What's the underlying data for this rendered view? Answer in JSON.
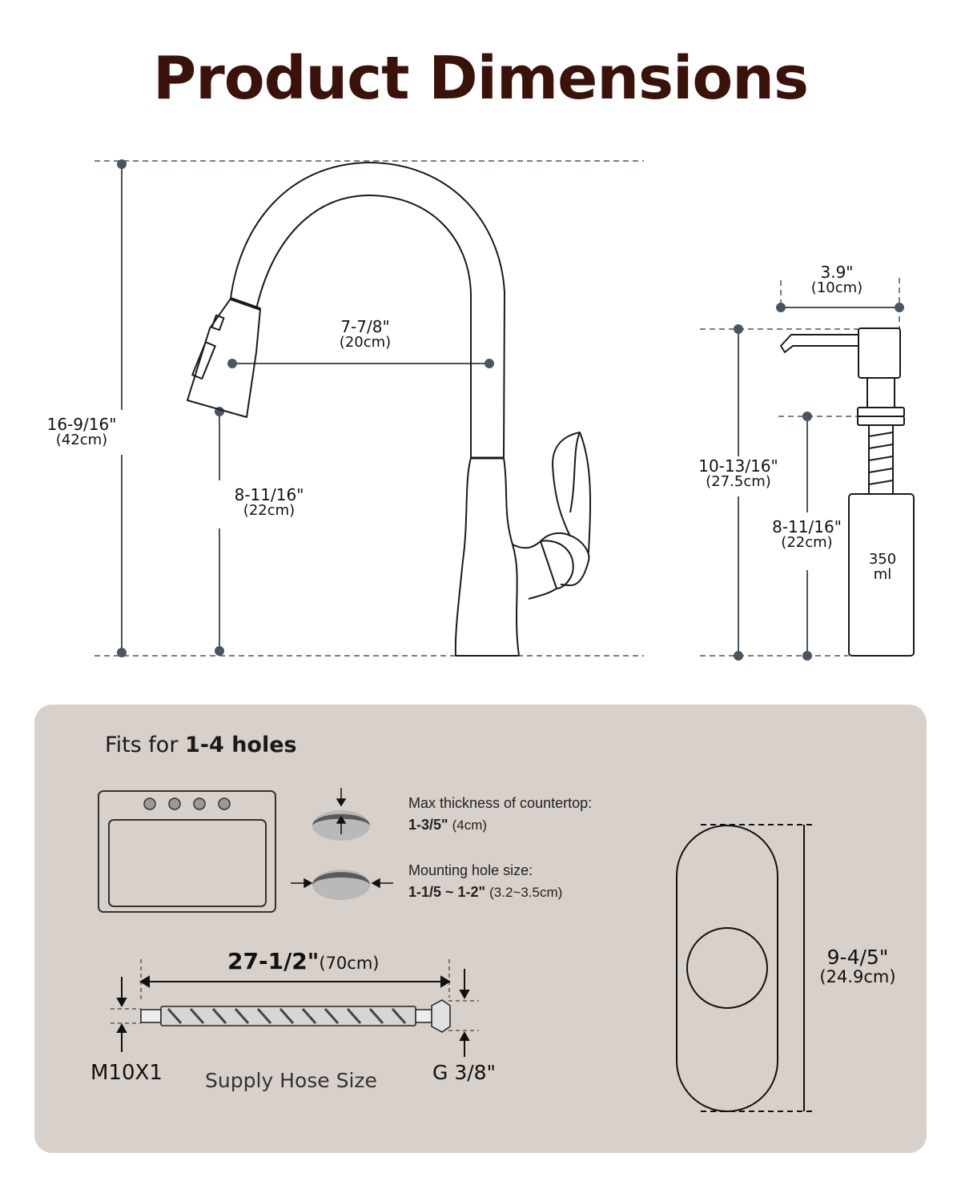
{
  "title": "Product Dimensions",
  "colors": {
    "title": "#3a120a",
    "panel_bg": "#d8d0cb",
    "line": "#1a1a1a",
    "dim_line": "#4a5560"
  },
  "faucet": {
    "total_height": {
      "in": "16-9/16\"",
      "cm": "(42cm)"
    },
    "spout_reach": {
      "in": "7-7/8\"",
      "cm": "(20cm)"
    },
    "spout_height": {
      "in": "8-11/16\"",
      "cm": "(22cm)"
    }
  },
  "dispenser": {
    "reach": {
      "in": "3.9\"",
      "cm": "(10cm)"
    },
    "total_height": {
      "in": "10-13/16\"",
      "cm": "(27.5cm)"
    },
    "under_height": {
      "in": "8-11/16\"",
      "cm": "(22cm)"
    },
    "bottle_capacity": {
      "value": "350",
      "unit": "ml"
    }
  },
  "panel": {
    "fits_prefix": "Fits for ",
    "fits_value": "1-4 holes",
    "countertop_label": "Max thickness of countertop:",
    "countertop_value": "1-3/5\"",
    "countertop_cm": "(4cm)",
    "hole_label": "Mounting hole size:",
    "hole_value": "1-1/5 ~ 1-2\"",
    "hole_cm": "(3.2~3.5cm)",
    "hose_length": "27-1/2\"",
    "hose_length_cm": "(70cm)",
    "hose_left_thread": "M10X1",
    "hose_right_thread": "G 3/8\"",
    "hose_caption": "Supply Hose Size",
    "deckplate_in": "9-4/5\"",
    "deckplate_cm": "(24.9cm)"
  }
}
